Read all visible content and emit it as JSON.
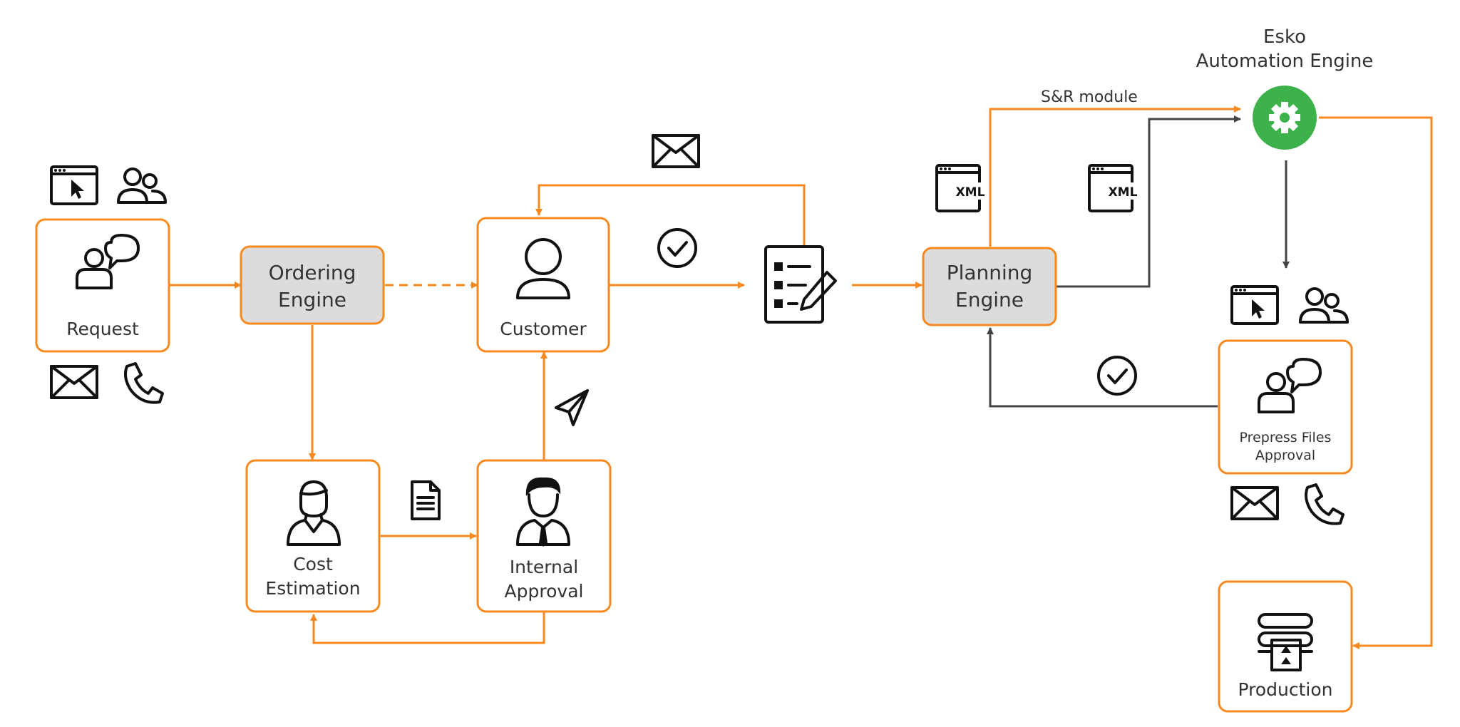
{
  "colors": {
    "accent": "#f7891f",
    "node_fill_gray": "#dcdcdc",
    "engine_green": "#3db24a",
    "connector_gray": "#444444",
    "text": "#333333"
  },
  "nodes": {
    "request": "Request",
    "ordering_engine": [
      "Ordering",
      "Engine"
    ],
    "customer": "Customer",
    "cost_estimation": [
      "Cost",
      "Estimation"
    ],
    "internal_approval": [
      "Internal",
      "Approval"
    ],
    "planning_engine": [
      "Planning",
      "Engine"
    ],
    "prepress_files_approval": [
      "Prepress Files",
      "Approval"
    ],
    "production": "Production"
  },
  "esko": {
    "title": [
      "Esko",
      "Automation Engine"
    ],
    "icon": "gear-icon"
  },
  "edges": {
    "sr_module_label": "S&R module"
  },
  "xml_badge": "XML",
  "icons": [
    "browser-cursor-icon",
    "users-icon",
    "person-speech-icon",
    "envelope-icon",
    "phone-icon",
    "user-icon",
    "check-circle-icon",
    "checklist-edit-icon",
    "paper-plane-icon",
    "document-icon",
    "woman-icon",
    "man-tie-icon",
    "xml-file-icon",
    "gear-icon",
    "printing-press-icon"
  ]
}
